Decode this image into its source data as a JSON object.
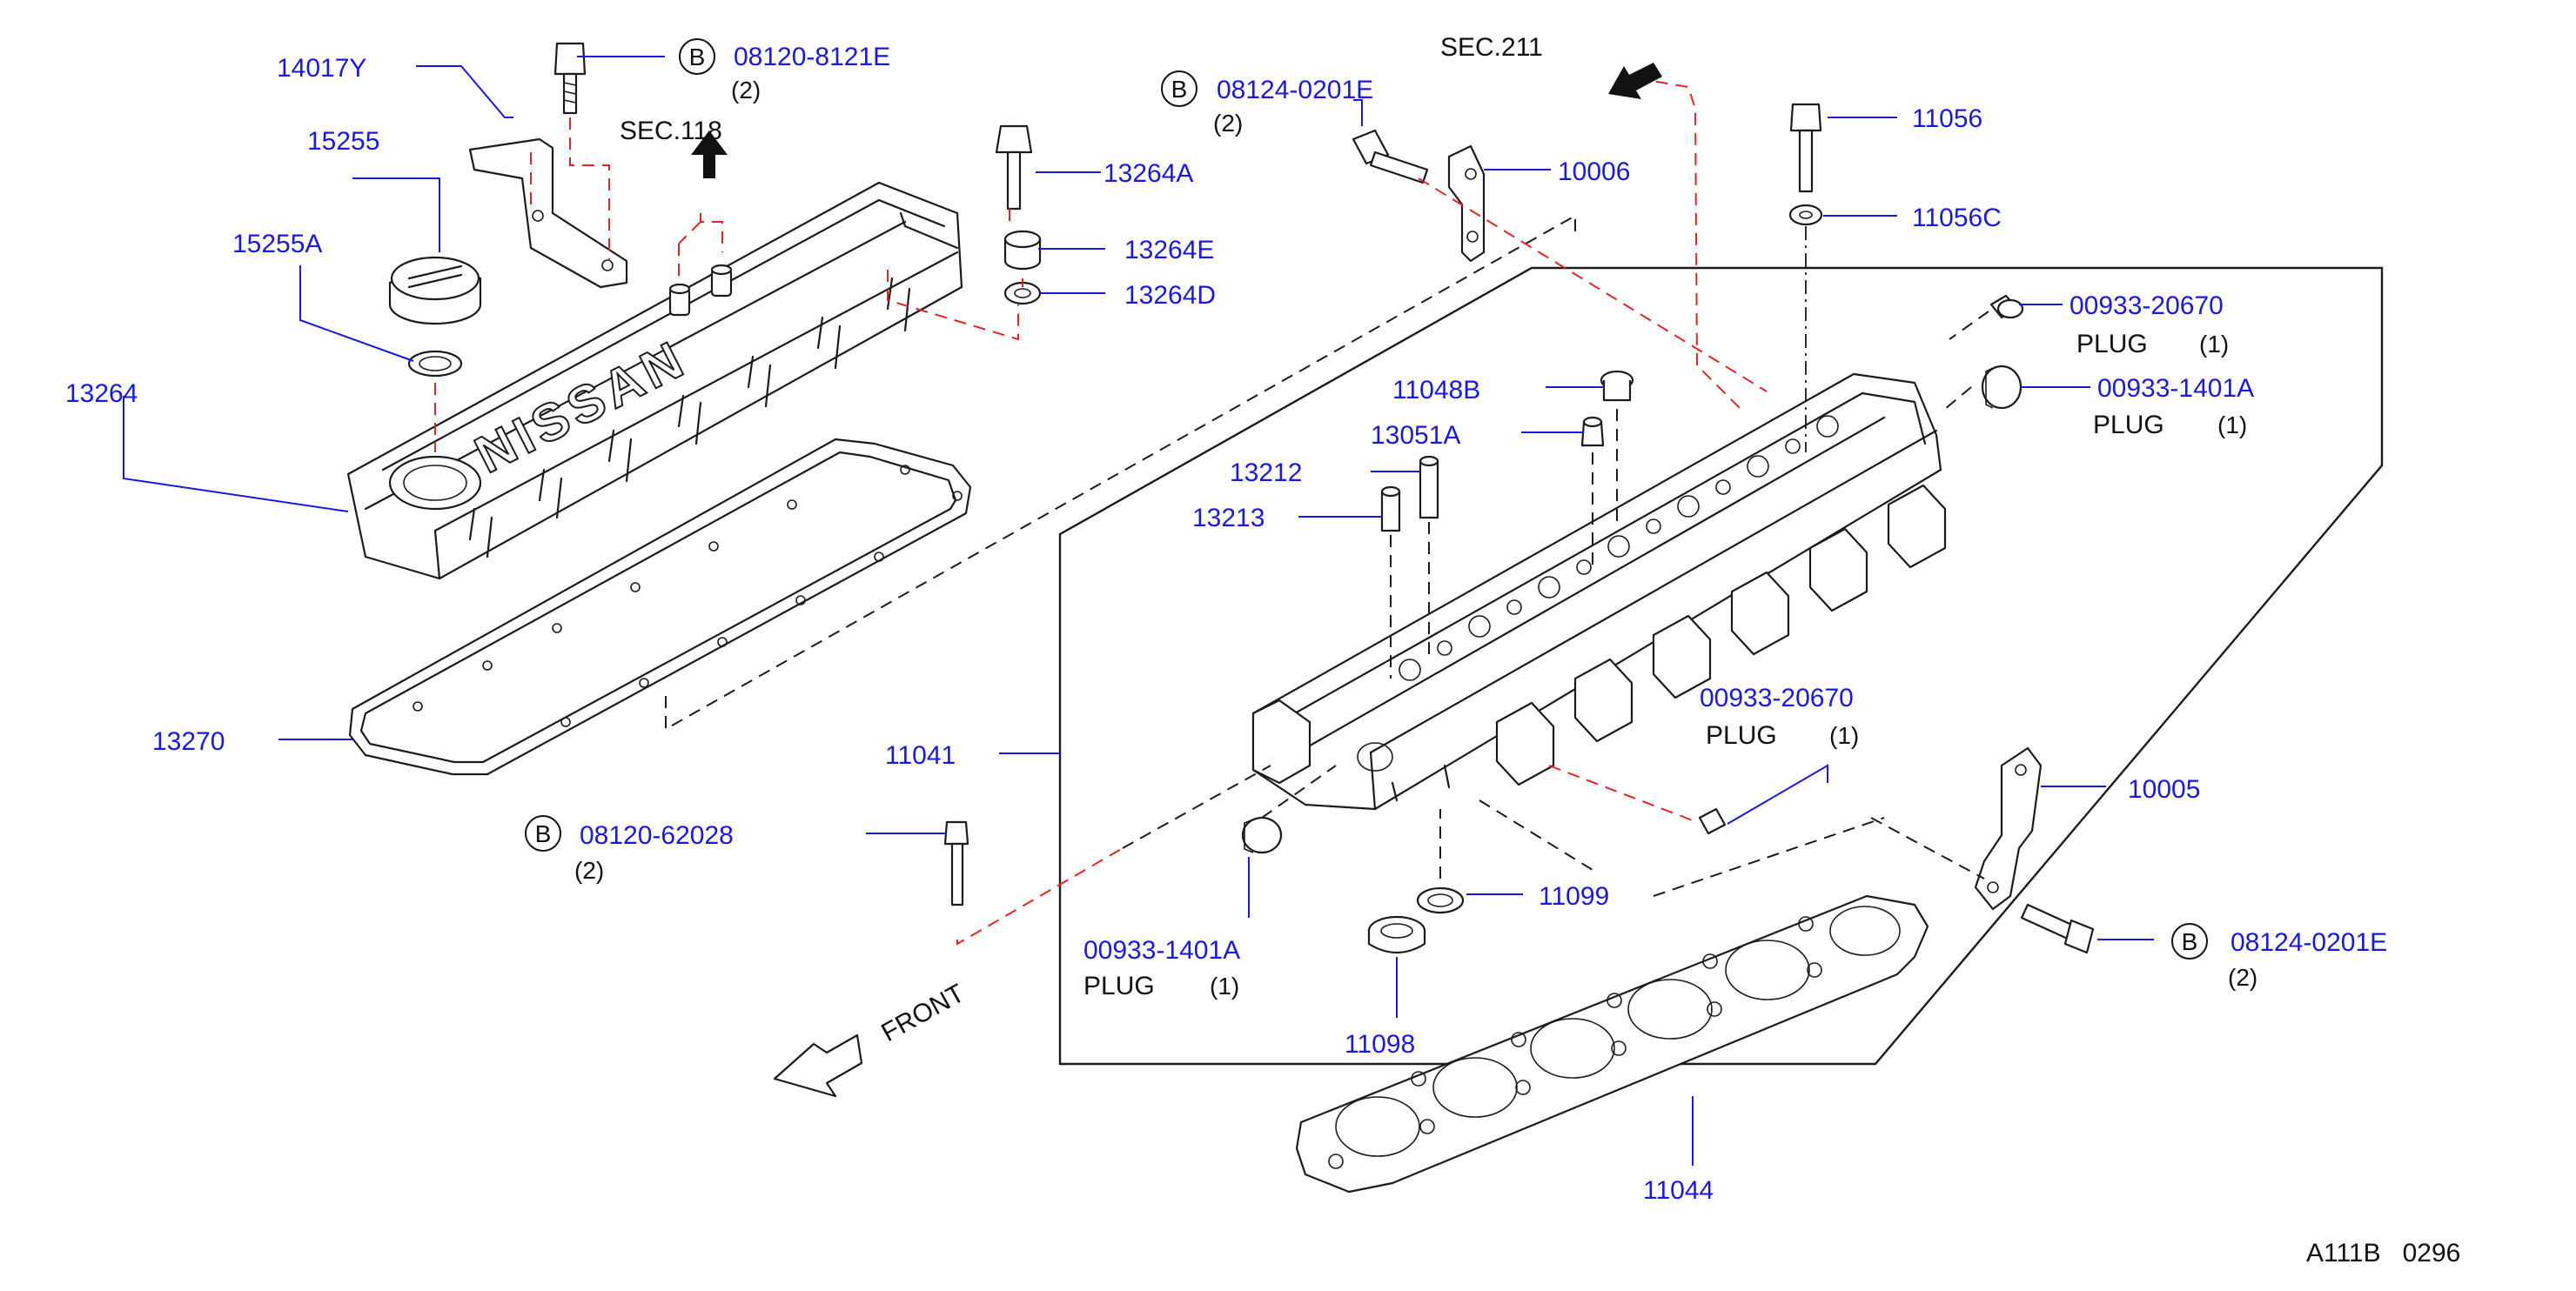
{
  "diagram": {
    "labels": {
      "p14017Y": "14017Y",
      "p15255": "15255",
      "p15255A": "15255A",
      "p13264": "13264",
      "p13270": "13270",
      "b08120_8121E": "08120-8121E",
      "b08120_8121E_qty": "(2)",
      "sec118": "SEC.118",
      "p13264A": "13264A",
      "p13264E": "13264E",
      "p13264D": "13264D",
      "b08124_0201E_top": "08124-0201E",
      "b08124_0201E_top_qty": "(2)",
      "p10006": "10006",
      "sec211": "SEC.211",
      "p11056": "11056",
      "p11056C": "11056C",
      "p00933_20670_a": "00933-20670",
      "plug_a": "PLUG",
      "plug_a_qty": "(1)",
      "p00933_1401A_a": "00933-1401A",
      "plug_b": "PLUG",
      "plug_b_qty": "(1)",
      "p11048B": "11048B",
      "p13051A": "13051A",
      "p13212": "13212",
      "p13213": "13213",
      "p11041": "11041",
      "p00933_20670_b": "00933-20670",
      "plug_c": "PLUG",
      "plug_c_qty": "(1)",
      "b08120_62028": "08120-62028",
      "b08120_62028_qty": "(2)",
      "p10005": "10005",
      "b08124_0201E_bot": "08124-0201E",
      "b08124_0201E_bot_qty": "(2)",
      "p11099": "11099",
      "p00933_1401A_b": "00933-1401A",
      "plug_d": "PLUG",
      "plug_d_qty": "(1)",
      "p11098": "11098",
      "front": "FRONT",
      "p11044": "11044",
      "figure_code": "A111B   0296",
      "bolt_marker": "B",
      "logo": "NISSAN"
    }
  },
  "colors": {
    "part_number": "#1a1ad6",
    "line": "#1b1b1b",
    "red_dash": "#e02424",
    "background": "#ffffff"
  }
}
